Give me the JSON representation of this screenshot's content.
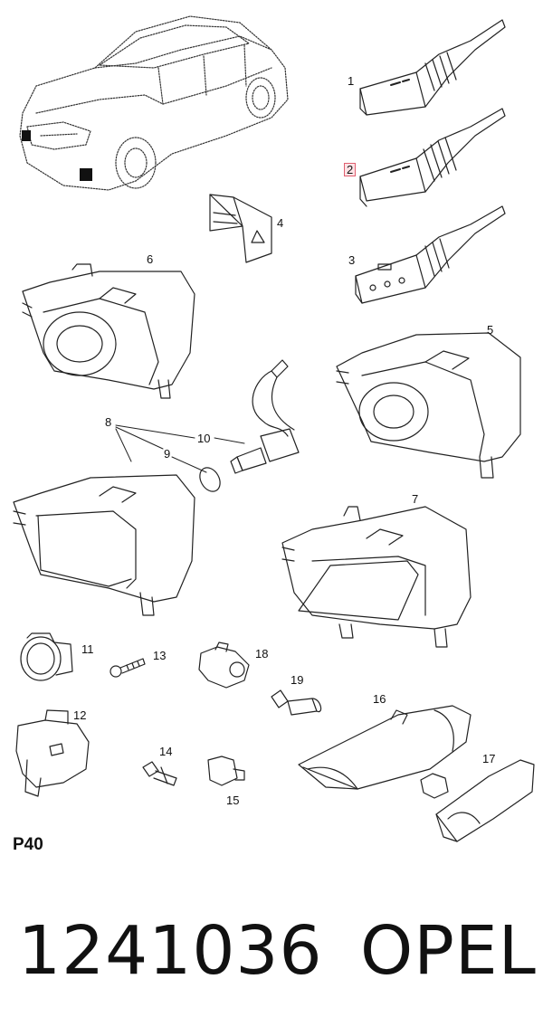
{
  "diagram": {
    "callouts": [
      "1",
      "2",
      "3",
      "4",
      "5",
      "6",
      "7",
      "8",
      "9",
      "10",
      "11",
      "12",
      "13",
      "14",
      "15",
      "16",
      "17",
      "18",
      "19"
    ],
    "highlighted_callout": "2"
  },
  "footer": {
    "page_code": "P40",
    "part_number": "1241036",
    "brand": "OPEL"
  }
}
